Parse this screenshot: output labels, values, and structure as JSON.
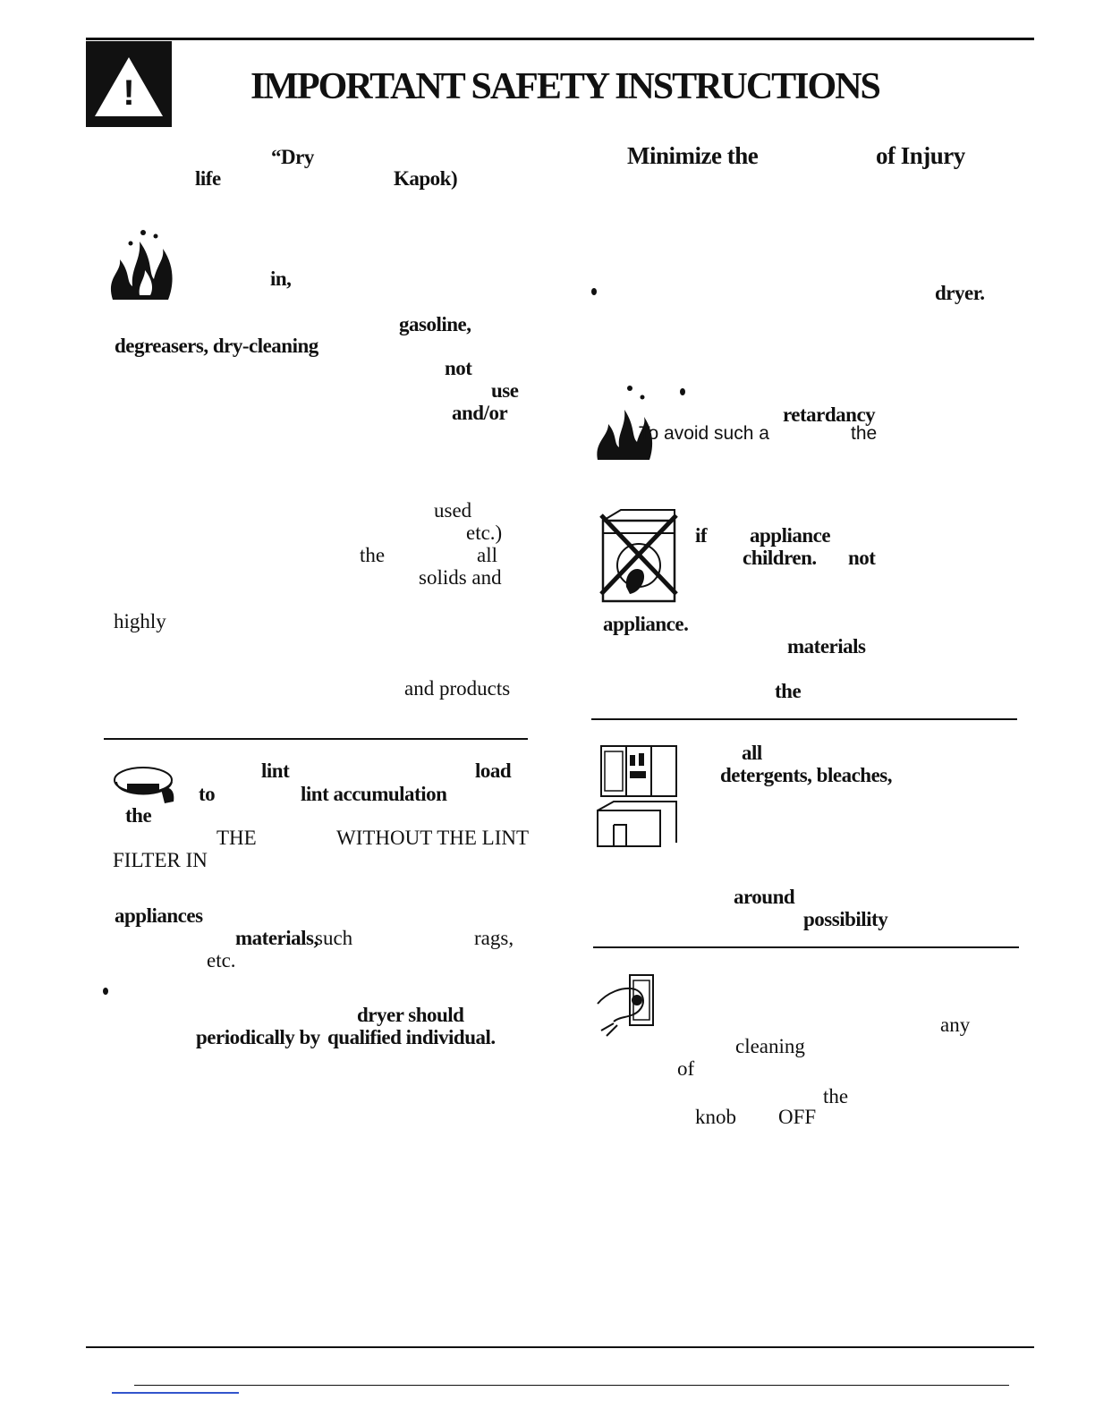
{
  "header": {
    "title": "IMPORTANT SAFETY INSTRUCTIONS",
    "warning_symbol": "!"
  },
  "left_column": {
    "fragments": [
      {
        "text": "“Dry",
        "style": "bold"
      },
      {
        "text": "life",
        "style": "bold"
      },
      {
        "text": "Kapok)",
        "style": "bold"
      },
      {
        "text": "in,",
        "style": "bold"
      },
      {
        "text": "gasoline,",
        "style": "bold"
      },
      {
        "text": "degreasers, dry-cleaning",
        "style": "bold"
      },
      {
        "text": "not",
        "style": "bold"
      },
      {
        "text": "use",
        "style": "bold"
      },
      {
        "text": "and/or",
        "style": "bold"
      },
      {
        "text": "used",
        "style": "normal"
      },
      {
        "text": "etc.)",
        "style": "normal"
      },
      {
        "text": "the",
        "style": "normal"
      },
      {
        "text": "all",
        "style": "normal"
      },
      {
        "text": "solids and",
        "style": "normal"
      },
      {
        "text": "highly",
        "style": "normal"
      },
      {
        "text": "and products",
        "style": "normal"
      }
    ]
  },
  "lint_section": {
    "fragments": [
      {
        "text": "lint",
        "style": "bold"
      },
      {
        "text": "load",
        "style": "bold"
      },
      {
        "text": "to",
        "style": "bold"
      },
      {
        "text": "lint accumulation",
        "style": "bold"
      },
      {
        "text": "the",
        "style": "bold"
      },
      {
        "text": "THE",
        "style": "normal"
      },
      {
        "text": "WITHOUT THE LINT",
        "style": "normal"
      },
      {
        "text": "FILTER IN",
        "style": "normal"
      },
      {
        "text": "appliances",
        "style": "bold"
      },
      {
        "text": "materials,",
        "style": "bold"
      },
      {
        "text": "such",
        "style": "normal"
      },
      {
        "text": "rags,",
        "style": "normal"
      },
      {
        "text": "etc.",
        "style": "normal"
      },
      {
        "text": "dryer should",
        "style": "bold"
      },
      {
        "text": "periodically by",
        "style": "bold"
      },
      {
        "text": "qualified individual.",
        "style": "bold"
      }
    ]
  },
  "right_column": {
    "heading_part1": "Minimize the",
    "heading_part2": "of Injury",
    "fragments": [
      {
        "text": "dryer.",
        "style": "bold"
      },
      {
        "text": "retardancy",
        "style": "bold"
      },
      {
        "text": "To avoid such a",
        "style": "normal"
      },
      {
        "text": "the",
        "style": "normal"
      },
      {
        "text": "if",
        "style": "bold"
      },
      {
        "text": "appliance",
        "style": "bold"
      },
      {
        "text": "children.",
        "style": "bold"
      },
      {
        "text": "not",
        "style": "bold"
      },
      {
        "text": "appliance.",
        "style": "bold"
      },
      {
        "text": "materials",
        "style": "bold"
      },
      {
        "text": "the",
        "style": "bold"
      }
    ]
  },
  "storage_section": {
    "fragments": [
      {
        "text": "all",
        "style": "bold"
      },
      {
        "text": "detergents, bleaches,",
        "style": "bold"
      },
      {
        "text": "around",
        "style": "bold"
      },
      {
        "text": "possibility",
        "style": "bold"
      }
    ]
  },
  "unplug_section": {
    "fragments": [
      {
        "text": "any",
        "style": "normal"
      },
      {
        "text": "cleaning",
        "style": "normal"
      },
      {
        "text": "of",
        "style": "normal"
      },
      {
        "text": "the",
        "style": "normal"
      },
      {
        "text": "knob",
        "style": "normal"
      },
      {
        "text": "OFF",
        "style": "normal"
      }
    ]
  }
}
